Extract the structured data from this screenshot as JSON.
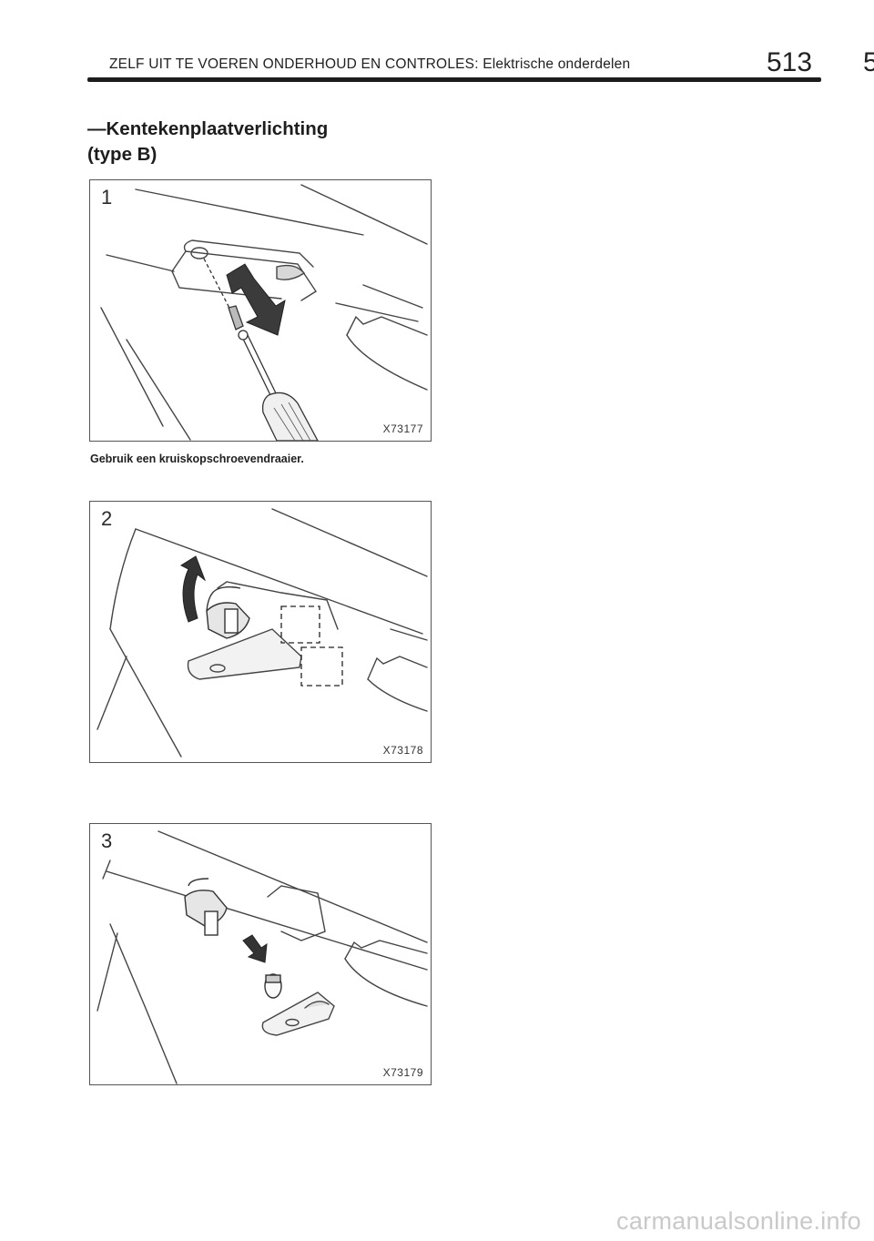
{
  "header": {
    "running_title": "ZELF UIT TE VOEREN ONDERHOUD EN CONTROLES: Elektrische onderdelen",
    "page_number": "513",
    "chapter_tab": "5"
  },
  "section": {
    "title_line1": "—Kentekenplaatverlichting",
    "title_line2": "(type B)"
  },
  "figures": [
    {
      "step": "1",
      "code": "X73177",
      "caption": "Gebruik een kruiskopschroevendraaier."
    },
    {
      "step": "2",
      "code": "X73178"
    },
    {
      "step": "3",
      "code": "X73179"
    }
  ],
  "watermark": "carmanualsonline.info"
}
